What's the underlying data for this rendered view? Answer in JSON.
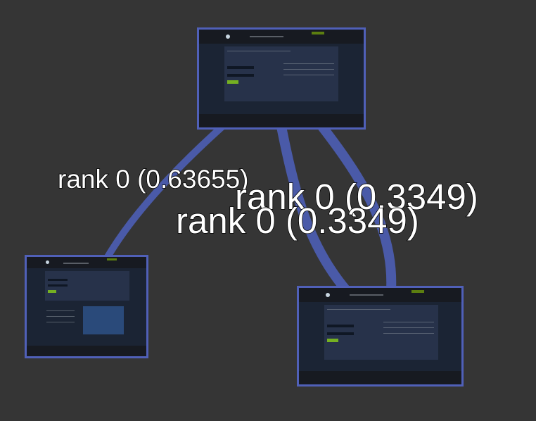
{
  "graph": {
    "nodes": [
      {
        "id": "top",
        "kind": "steam-login-screenshot"
      },
      {
        "id": "left",
        "kind": "steam-login-screenshot"
      },
      {
        "id": "right",
        "kind": "steam-login-screenshot"
      }
    ],
    "edges": [
      {
        "from": "top",
        "to": "left",
        "label": "rank 0 (0.63655)"
      },
      {
        "from": "top",
        "to": "right",
        "label": "rank 0 (0.3349)"
      },
      {
        "from": "top",
        "to": "right",
        "label": "rank 0 (0.3349)"
      }
    ],
    "colors": {
      "background": "#353535",
      "edge": "#4a5aa8",
      "node_border": "#5060b8",
      "label_fill": "#ffffff",
      "label_stroke": "#000000"
    }
  }
}
